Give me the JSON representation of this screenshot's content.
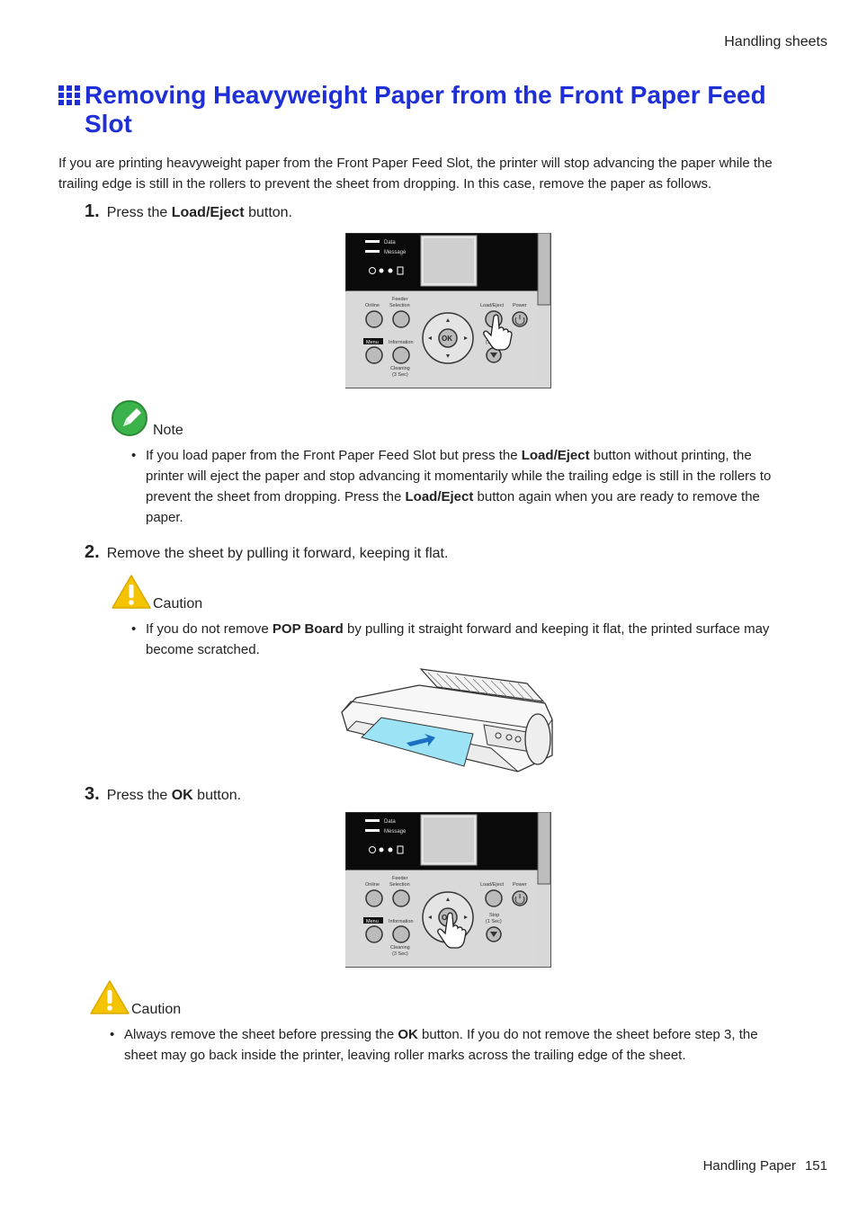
{
  "header": {
    "section": "Handling  sheets"
  },
  "title": {
    "line1": "Removing Heavyweight Paper from the Front Paper Feed",
    "line2": "Slot"
  },
  "intro": "If you are printing heavyweight paper from the Front Paper Feed Slot, the printer will stop advancing the paper while the trailing edge is still in the rollers to prevent the sheet from dropping.  In this case, remove the paper as follows.",
  "step1": {
    "num": "1.",
    "pre": "Press the ",
    "bold": "Load/Eject",
    "post": " button."
  },
  "panel": {
    "data": "Data",
    "message": "Message",
    "feeder": "Feeder",
    "selection": "Selection",
    "online": "Online",
    "menu": "Menu",
    "information": "Information",
    "cleaning": "Cleaning",
    "cleaning_sec": "(3 Sec)",
    "ok": "OK",
    "load_eject": "Load/Eject",
    "power": "Power",
    "stop": "Stop",
    "stop_sec": "(1 Sec)"
  },
  "note": {
    "title": "Note",
    "bullet": {
      "t1": "If you load paper from the Front Paper Feed Slot but press the ",
      "b1": "Load/Eject",
      "t2": " button without printing, the printer will eject the paper and stop advancing it momentarily while the trailing edge is still in the rollers to prevent the sheet from dropping.  Press the ",
      "b2": "Load/Eject",
      "t3": " button again when you are ready to remove the paper."
    }
  },
  "step2": {
    "num": "2.",
    "text": "Remove the sheet by pulling it forward, keeping it flat."
  },
  "caution1": {
    "title": "Caution",
    "t1": "If you do not remove ",
    "b1": "POP Board",
    "t2": " by pulling it straight forward and keeping it flat, the printed surface may become scratched."
  },
  "step3": {
    "num": "3.",
    "pre": "Press the ",
    "bold": "OK",
    "post": " button."
  },
  "caution2": {
    "title": "Caution",
    "t1": "Always remove the sheet before pressing the ",
    "b1": "OK",
    "t2": " button.  If you do not remove the sheet before step 3, the sheet may go back inside the printer, leaving roller marks across the trailing edge of the sheet."
  },
  "footer": {
    "chapter": "Handling Paper",
    "page": "151"
  },
  "colors": {
    "title_blue": "#1f2fd6",
    "note_green": "#3bb34a",
    "caution_yellow": "#f5c400",
    "paper_blue": "#9be3f5"
  }
}
